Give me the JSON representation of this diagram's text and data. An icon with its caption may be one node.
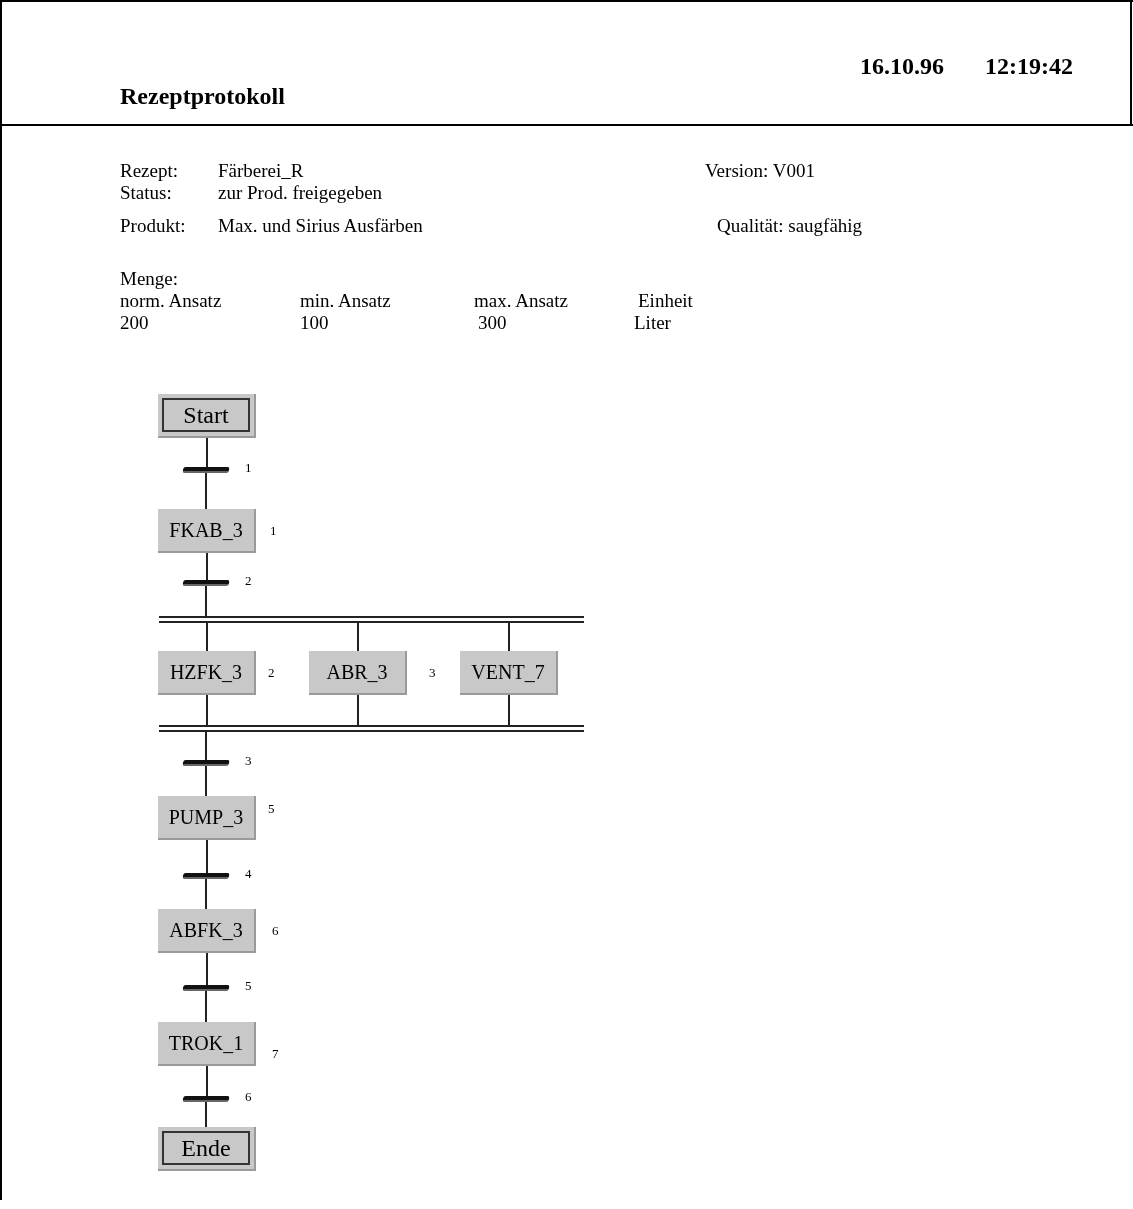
{
  "diagram": {
    "title": "Rezeptprotokoll",
    "nodes": [
      {
        "text": [
          "Start"
        ]
      },
      {
        "text": [],
        "shape": "bar",
        "beside": [
          "1"
        ]
      },
      {
        "text": [
          "FKAB_3"
        ],
        "beside": [
          "1"
        ]
      },
      {
        "text": [],
        "shape": "bar",
        "beside": [
          "2"
        ]
      },
      {
        "text": [],
        "shape": "bar"
      },
      {
        "text": [
          "HZFK_3"
        ],
        "beside": [
          "2"
        ]
      },
      {
        "text": [
          "ABR_3"
        ],
        "beside": [
          "3"
        ]
      },
      {
        "text": [
          "VENT_7"
        ]
      },
      {
        "text": [],
        "shape": "bar"
      },
      {
        "text": [],
        "shape": "bar",
        "beside": [
          "3"
        ]
      },
      {
        "text": [
          "PUMP_3"
        ],
        "beside": [
          "5"
        ]
      },
      {
        "text": [],
        "shape": "bar",
        "beside": [
          "4"
        ]
      },
      {
        "text": [
          "ABFK_3"
        ],
        "beside": [
          "6"
        ]
      },
      {
        "text": [],
        "shape": "bar",
        "beside": [
          "5"
        ]
      },
      {
        "text": [
          "TROK_1"
        ],
        "beside": [
          "7"
        ]
      },
      {
        "text": [],
        "shape": "bar",
        "beside": [
          "6"
        ]
      },
      {
        "text": [
          "Ende"
        ]
      }
    ],
    "edges": [
      {
        "from": 0,
        "to": 1,
        "arrow": "none"
      },
      {
        "from": 1,
        "to": 2,
        "arrow": "none"
      },
      {
        "from": 2,
        "to": 3,
        "arrow": "none"
      },
      {
        "from": 3,
        "to": 4,
        "arrow": "none"
      },
      {
        "from": 4,
        "to": 5,
        "arrow": "none"
      },
      {
        "from": 4,
        "to": 6,
        "arrow": "none"
      },
      {
        "from": 4,
        "to": 7,
        "arrow": "none"
      },
      {
        "from": 5,
        "to": 8,
        "arrow": "none"
      },
      {
        "from": 6,
        "to": 8,
        "arrow": "none"
      },
      {
        "from": 7,
        "to": 8,
        "arrow": "none"
      },
      {
        "from": 8,
        "to": 9,
        "arrow": "none"
      },
      {
        "from": 9,
        "to": 10,
        "arrow": "none"
      },
      {
        "from": 10,
        "to": 11,
        "arrow": "none"
      },
      {
        "from": 11,
        "to": 12,
        "arrow": "none"
      },
      {
        "from": 12,
        "to": 13,
        "arrow": "none"
      },
      {
        "from": 13,
        "to": 14,
        "arrow": "none"
      },
      {
        "from": 14,
        "to": 15,
        "arrow": "none"
      },
      {
        "from": 15,
        "to": 16,
        "arrow": "none"
      }
    ],
    "labels": [
      "16.10.96",
      "12:19:42",
      "Rezept:",
      "Färberei_R",
      "Version: V001",
      "Status:",
      "zur Prod. freigegeben",
      "Produkt:",
      "Max. und Sirius Ausfärben",
      "Qualität: saugfähig",
      "Menge:",
      "norm. Ansatz",
      "min. Ansatz",
      "max. Ansatz",
      "Einheit",
      "200",
      "100",
      "300",
      "Liter"
    ]
  }
}
